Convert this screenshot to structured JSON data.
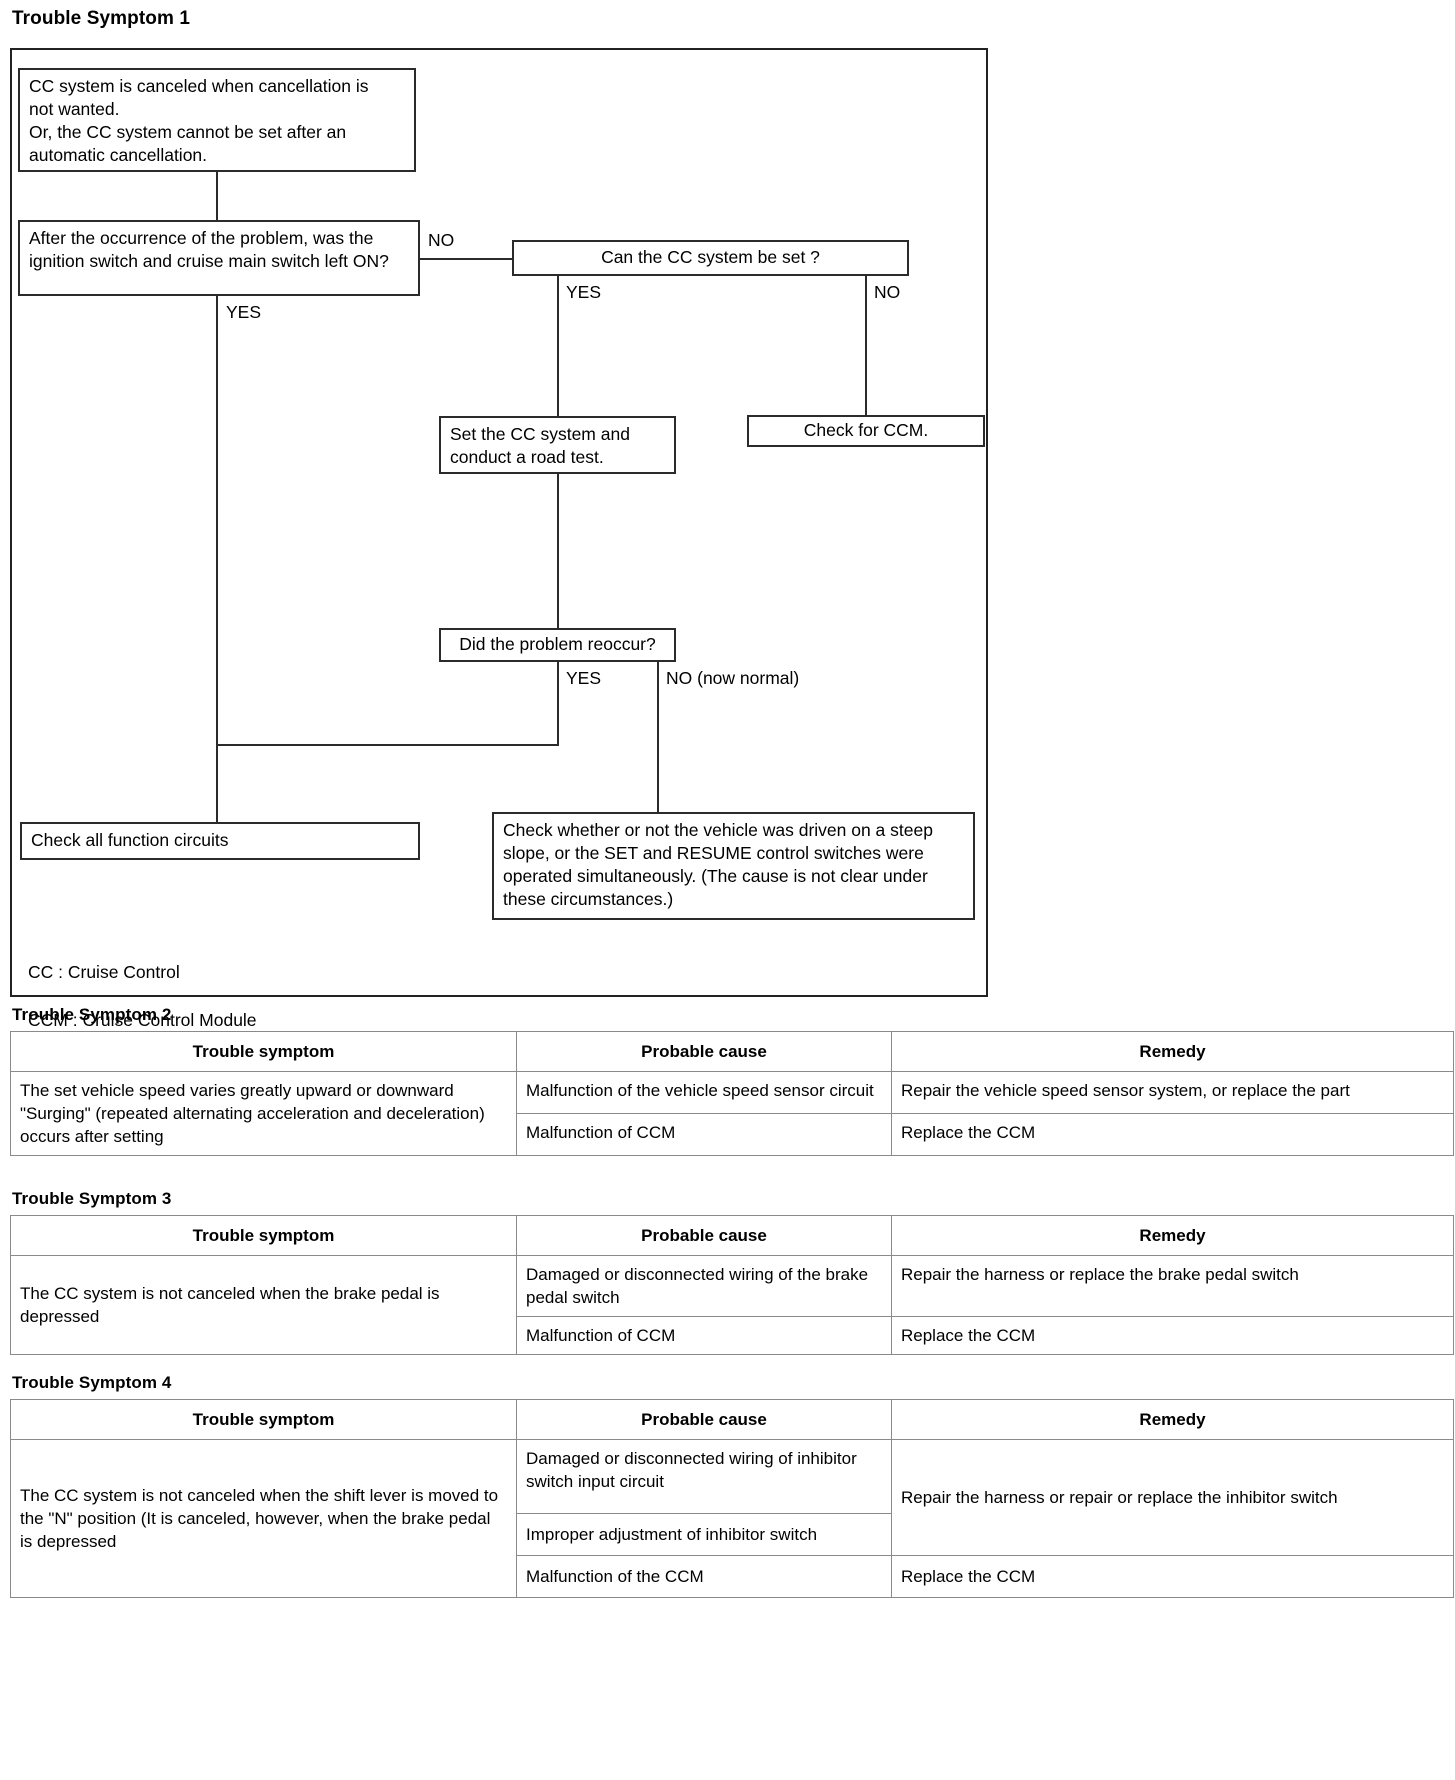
{
  "sections": {
    "symptom1_title": "Trouble Symptom 1",
    "symptom2_title": "Trouble Symptom 2",
    "symptom3_title": "Trouble Symptom 3",
    "symptom4_title": "Trouble Symptom 4"
  },
  "flowchart": {
    "nodes": {
      "start": "CC system is canceled when cancellation is not wanted.\nOr, the CC system cannot be set after an automatic cancellation.",
      "start_line1": "CC system is canceled when cancellation is",
      "start_line2": "not wanted.",
      "start_line3": "Or, the CC system cannot be set after an",
      "start_line4": "automatic cancellation.",
      "decision_ignition": "After the occurrence of the problem, was the ignition switch and cruise main switch left ON?",
      "decision_can_set": "Can the CC system be set ?",
      "action_set_road_test": "Set the CC system and conduct a road test.",
      "action_check_ccm": "Check for CCM.",
      "decision_reoccur": "Did the problem reoccur?",
      "action_check_all_circuits": "Check all function circuits",
      "action_check_steep_slope": "Check whether or not the vehicle was driven on a steep slope, or the SET and RESUME control switches were operated simultaneously. (The cause is not clear under these circumstances.)"
    },
    "labels": {
      "no_ignition": "NO",
      "yes_ignition": "YES",
      "yes_can_set": "YES",
      "no_can_set": "NO",
      "yes_reoccur": "YES",
      "no_reoccur": "NO (now normal)"
    },
    "legend": "CC : Cruise Control\nCCM : Cruise Control Module",
    "legend_line1": "CC : Cruise Control",
    "legend_line2": "CCM : Cruise Control Module"
  },
  "table_headers": {
    "symptom": "Trouble symptom",
    "cause": "Probable cause",
    "remedy": "Remedy"
  },
  "symptom2": {
    "symptom": "The set vehicle speed varies greatly upward or downward \"Surging\" (repeated alternating acceleration and deceleration) occurs after setting",
    "rows": [
      {
        "cause": "Malfunction of the vehicle speed sensor circuit",
        "remedy": "Repair the vehicle speed sensor system, or replace the part"
      },
      {
        "cause": "Malfunction of CCM",
        "remedy": "Replace the CCM"
      }
    ]
  },
  "symptom3": {
    "symptom": "The CC system is not canceled when the brake pedal is depressed",
    "rows": [
      {
        "cause": "Damaged or disconnected wiring of the brake pedal switch",
        "remedy": "Repair the harness or replace the brake pedal switch"
      },
      {
        "cause": "Malfunction of CCM",
        "remedy": "Replace the CCM"
      }
    ]
  },
  "symptom4": {
    "symptom": "The CC system is not canceled when the shift lever is moved to the \"N\" position (It is canceled, however, when the brake pedal is depressed",
    "rows": [
      {
        "cause": "Damaged or disconnected wiring of inhibitor switch input circuit",
        "remedy": "Repair the harness or repair or replace the inhibitor switch"
      },
      {
        "cause": "Improper adjustment of inhibitor switch",
        "remedy": ""
      },
      {
        "cause": "Malfunction of the CCM",
        "remedy": "Replace the CCM"
      }
    ]
  }
}
